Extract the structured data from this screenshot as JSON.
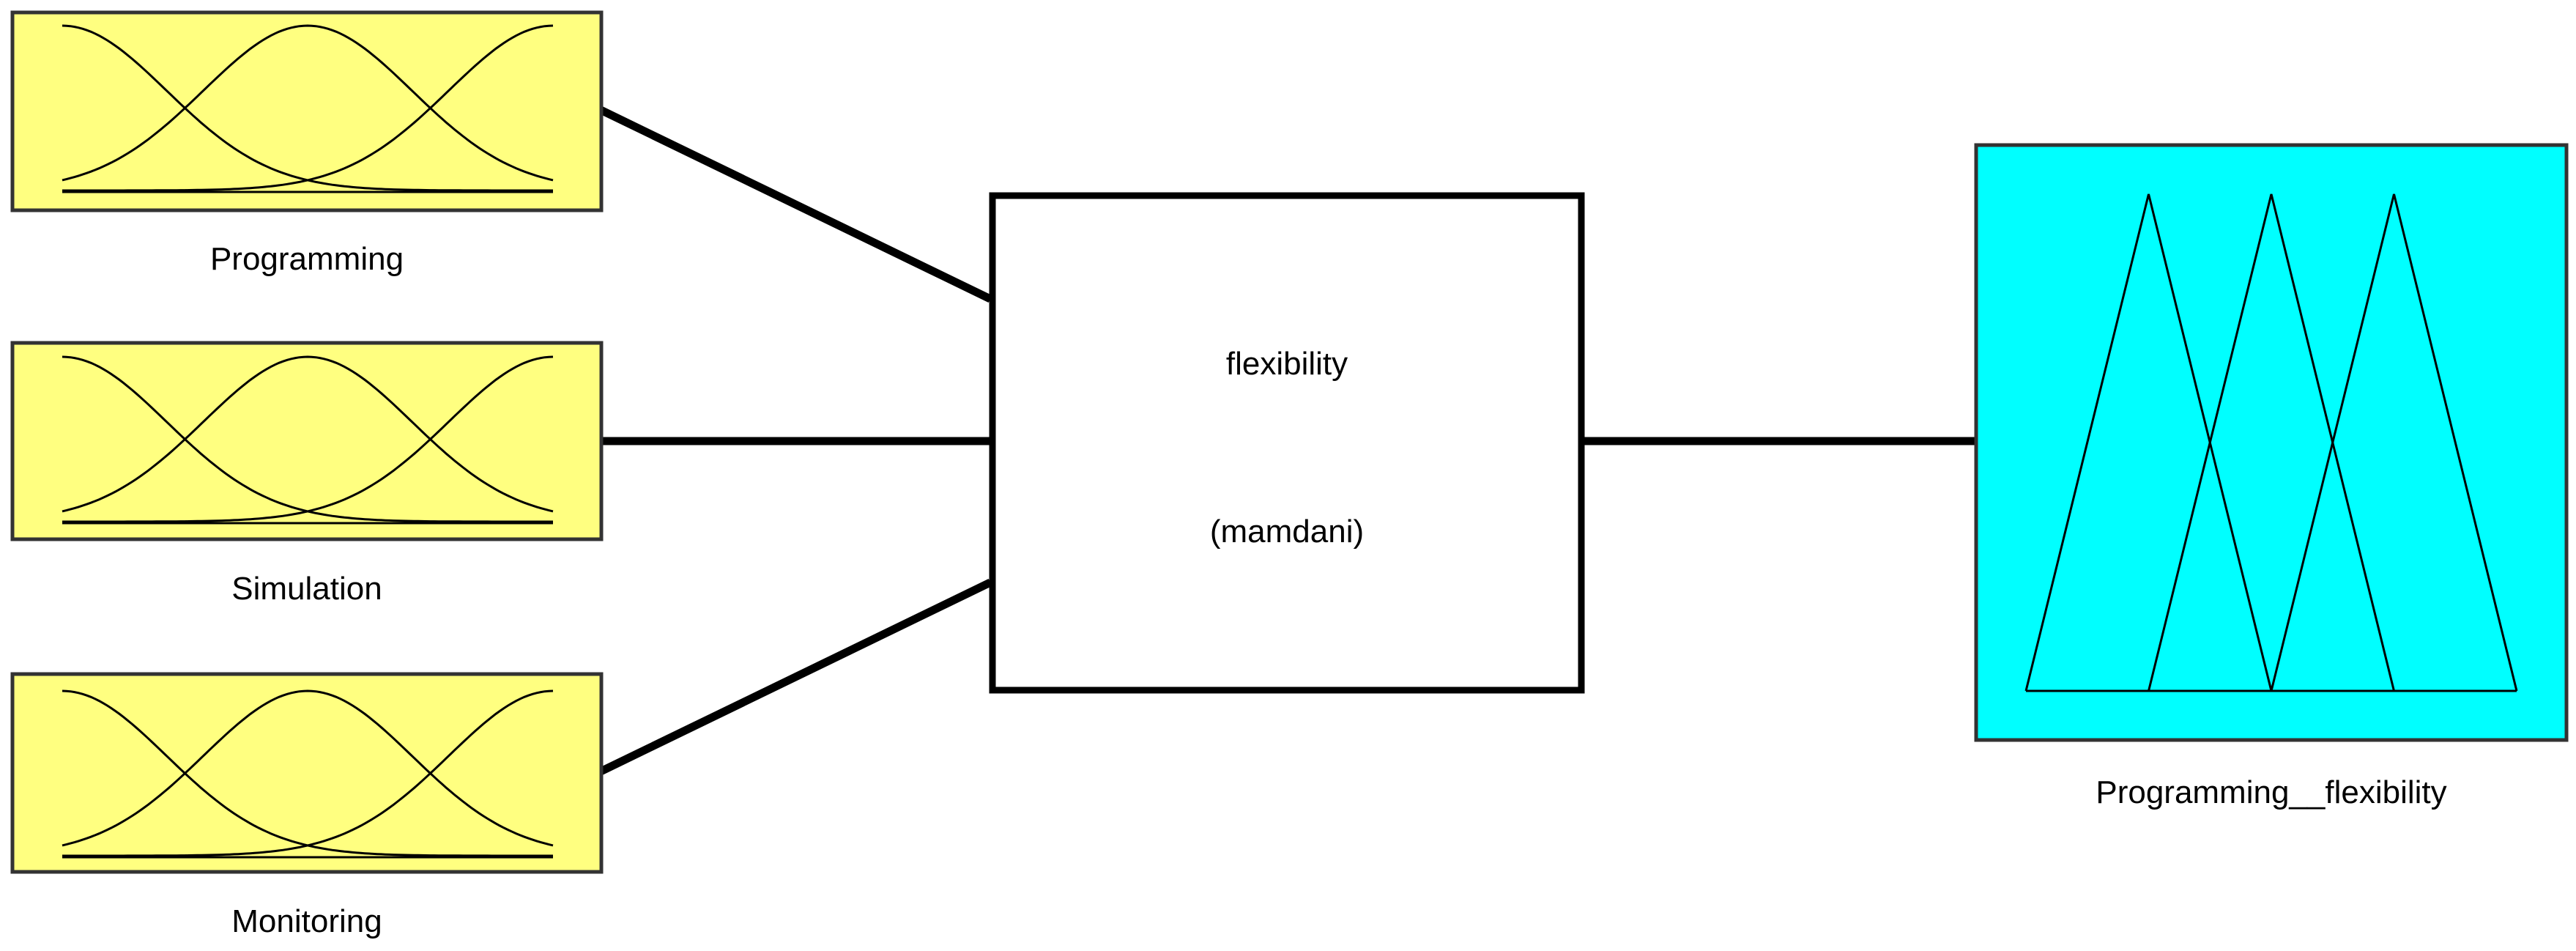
{
  "colors": {
    "input_fill": "#ffff80",
    "output_fill": "#00ffff",
    "system_fill": "#ffffff",
    "stroke": "#000000",
    "background": "#ffffff"
  },
  "inputs": [
    {
      "label": "Programming",
      "mf_shape": "gaussian",
      "mf_count": 3
    },
    {
      "label": "Simulation",
      "mf_shape": "gaussian",
      "mf_count": 3
    },
    {
      "label": "Monitoring",
      "mf_shape": "gaussian",
      "mf_count": 3
    }
  ],
  "system": {
    "name": "flexibility",
    "type": "(mamdani)"
  },
  "output": {
    "label": "Programming__flexibility",
    "mf_shape": "triangular",
    "mf_count": 3
  }
}
